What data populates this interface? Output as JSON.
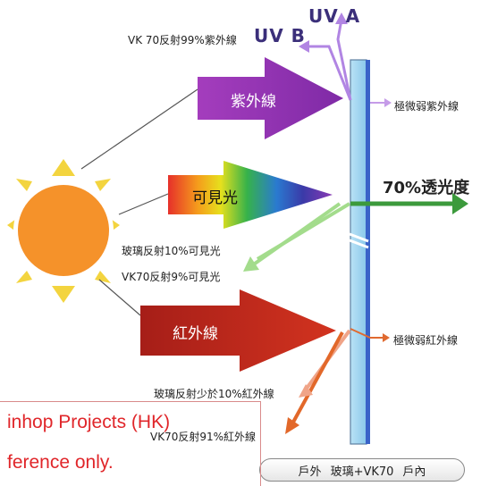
{
  "labels": {
    "vk70_reflect_uv": "VK 70反射99%紫外線",
    "uvb": "UV B",
    "uva": "UV A",
    "uv_arrow": "紫外線",
    "faint_uv": "極微弱紫外線",
    "visible_arrow": "可見光",
    "transmission_value": "70%",
    "transmission_text": "透光度",
    "glass_reflect_visible": "玻璃反射10%可見光",
    "vk70_reflect_visible": "VK70反射9%可見光",
    "ir_arrow": "紅外線",
    "faint_ir": "極微弱紅外線",
    "glass_reflect_ir": "玻璃反射少於10%紅外線",
    "vk70_reflect_ir": "VK70反射91%紅外線"
  },
  "bottom": {
    "outside": "戶外",
    "middle": "玻璃+VK70",
    "inside": "戶內"
  },
  "watermark": {
    "line1": "inhop Projects (HK)",
    "line2": "ference only."
  },
  "colors": {
    "uv_arrow": "#8e2fb0",
    "ir_arrow": "#b8241d",
    "transmit_arrow": "#3c9a3c",
    "glass": "#9ed2ee",
    "film": "#3a63c8",
    "sun_core": "#f5922a",
    "sun_ray": "#f3d43f",
    "watermark": "#e0262a"
  }
}
